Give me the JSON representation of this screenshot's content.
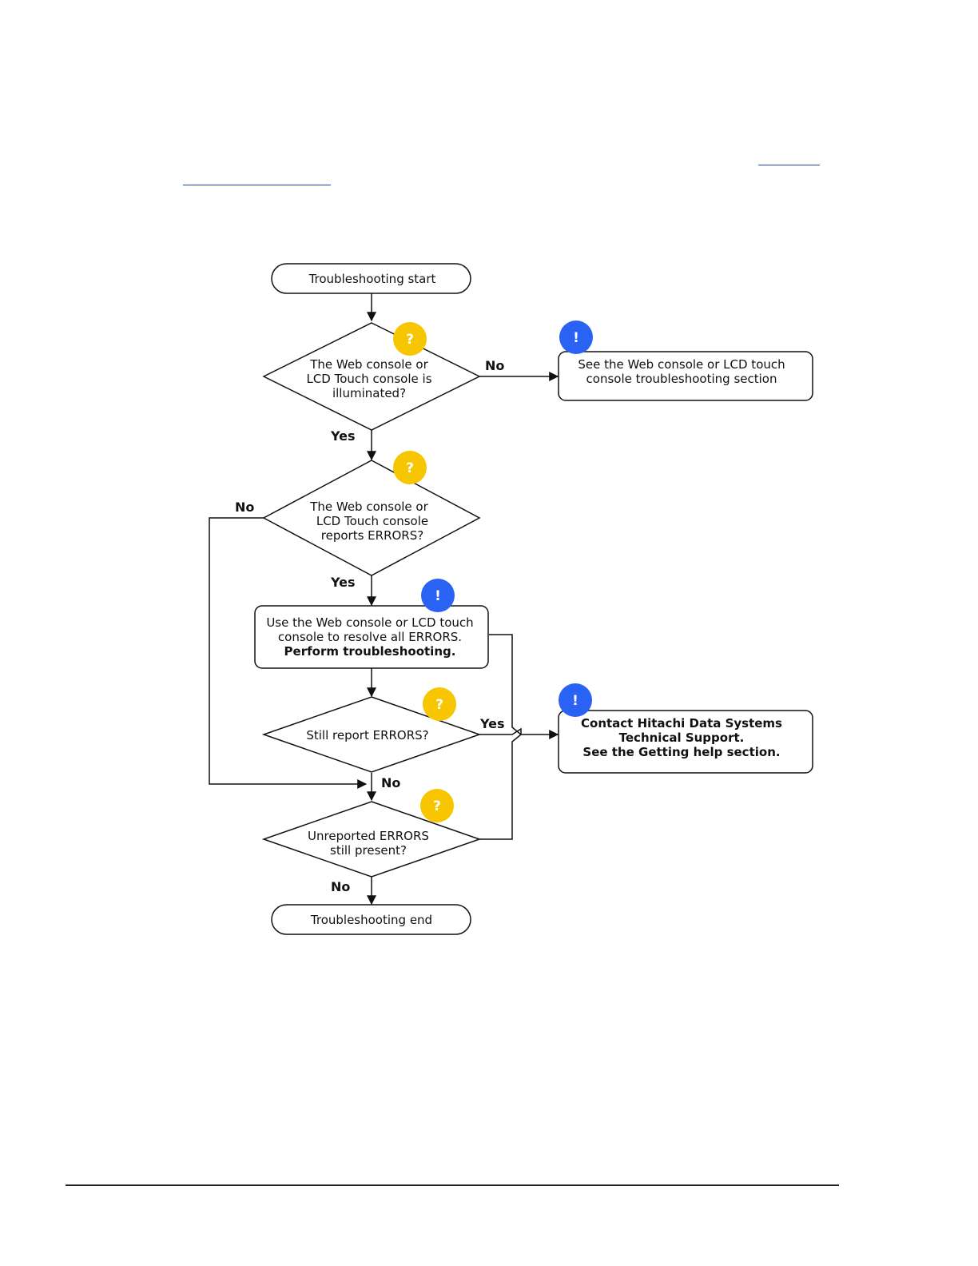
{
  "colors": {
    "question_badge": "#f7c600",
    "info_badge": "#2a62f4",
    "line": "#111111",
    "link": "#1f3fbf"
  },
  "nodes": {
    "start": "Troubleshooting start",
    "decision_illuminated": [
      "The Web console or",
      "LCD Touch console is",
      "illuminated?"
    ],
    "see_console_section": [
      "See the Web console or LCD touch",
      "console troubleshooting section"
    ],
    "decision_reports_errors": [
      "The Web console or",
      "LCD Touch console",
      "reports ERRORS?"
    ],
    "resolve_errors": [
      "Use the Web console or LCD touch",
      "console to resolve all ERRORS."
    ],
    "resolve_errors_bold": "Perform troubleshooting.",
    "decision_still_report": "Still report ERRORS?",
    "contact_support": [
      "Contact Hitachi Data Systems",
      "Technical Support.",
      "See the Getting help section."
    ],
    "decision_unreported": [
      "Unreported ERRORS",
      "still present?"
    ],
    "end": "Troubleshooting end"
  },
  "edge_labels": {
    "illuminated_no": "No",
    "illuminated_yes": "Yes",
    "reports_no": "No",
    "reports_yes": "Yes",
    "still_yes": "Yes",
    "still_no": "No",
    "unreported_no": "No"
  },
  "badges": {
    "question_symbol": "?",
    "info_symbol": "!"
  }
}
